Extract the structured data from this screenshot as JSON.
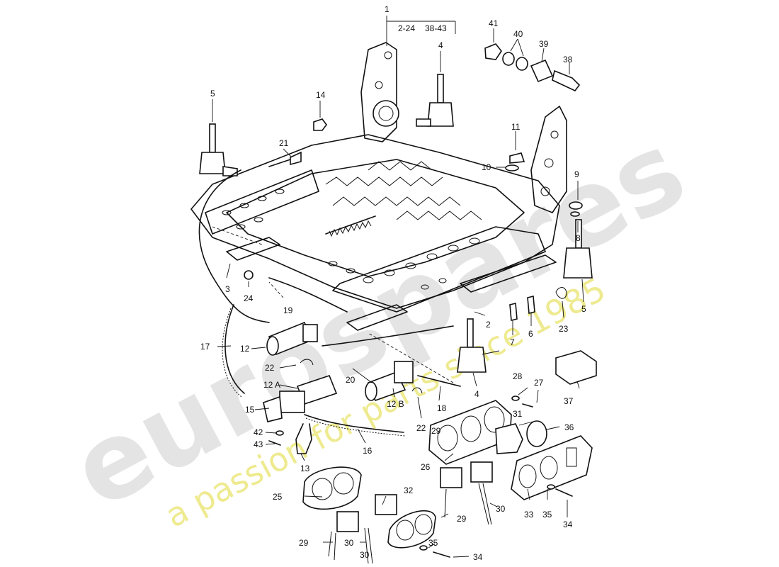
{
  "watermark": {
    "brand": "eurospares",
    "tagline": "a passion for parts since 1985",
    "colors": {
      "brand": "#cfcfcf",
      "tagline": "#e9e36a"
    }
  },
  "diagram": {
    "group_label": "1",
    "group_ranges": [
      "2-24",
      "38-43"
    ],
    "callouts": [
      "2",
      "3",
      "4",
      "4",
      "5",
      "5",
      "6",
      "7",
      "8",
      "9",
      "10",
      "11",
      "12",
      "12 A",
      "12 B",
      "13",
      "14",
      "15",
      "16",
      "17",
      "18",
      "19",
      "20",
      "21",
      "22",
      "22",
      "23",
      "24",
      "25",
      "26",
      "27",
      "28",
      "29",
      "29",
      "29",
      "30",
      "30",
      "30",
      "31",
      "32",
      "33",
      "34",
      "34",
      "35",
      "35",
      "36",
      "37",
      "38",
      "39",
      "40",
      "41",
      "42",
      "43"
    ]
  }
}
